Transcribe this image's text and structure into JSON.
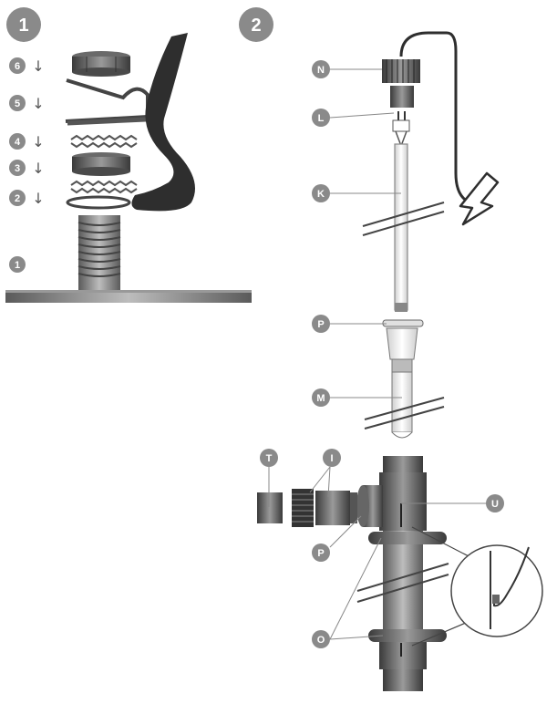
{
  "step1": {
    "badge": "1",
    "order": [
      {
        "num": "6",
        "arrow": "↓"
      },
      {
        "num": "5",
        "arrow": "↓"
      },
      {
        "num": "4",
        "arrow": "↓"
      },
      {
        "num": "3",
        "arrow": "↓"
      },
      {
        "num": "2",
        "arrow": "↓"
      }
    ],
    "base_num": "1"
  },
  "step2": {
    "badge": "2",
    "labels": {
      "N": "N",
      "L": "L",
      "K": "K",
      "P": "P",
      "M": "M",
      "T": "T",
      "I": "I",
      "P2": "P",
      "U": "U",
      "O": "O"
    }
  },
  "colors": {
    "badge": "#8a8a8a",
    "part_dark": "#555555",
    "part_mid": "#8c8c8c",
    "cable": "#333333"
  }
}
